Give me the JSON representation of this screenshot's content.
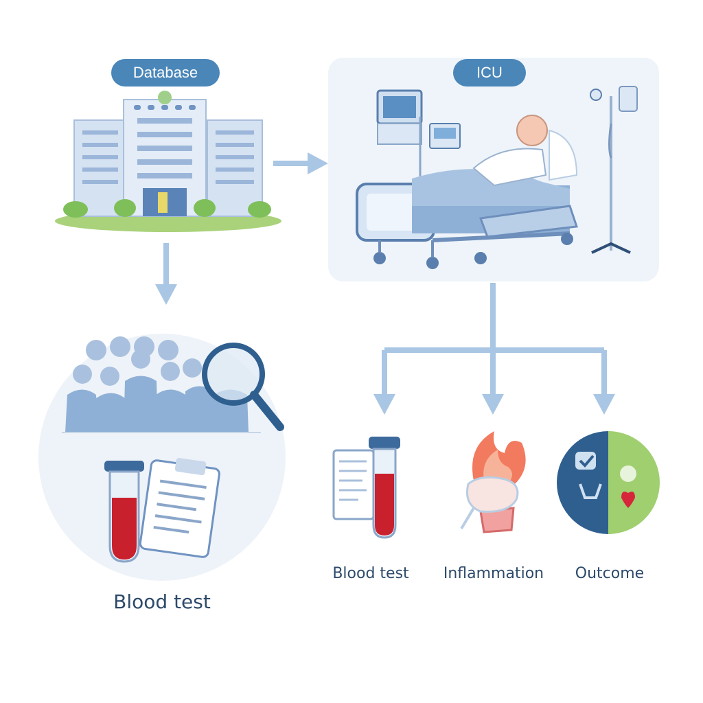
{
  "database": {
    "label": "Database"
  },
  "icu": {
    "label": "ICU"
  },
  "cohort": {
    "label": "Blood test"
  },
  "outputs": [
    {
      "label": "Blood test",
      "icon": "blood-tube-and-report-icon"
    },
    {
      "label": "Inflammation",
      "icon": "inflamed-joint-icon"
    },
    {
      "label": "Outcome",
      "icon": "outcome-circle-icon"
    }
  ],
  "colors": {
    "arrow": "#a9c6e4",
    "pill": "#4a86b8",
    "text": "#2d4a6b",
    "blood": "#c9202e",
    "green": "#9fcf6f",
    "navy": "#2f5f8f"
  }
}
